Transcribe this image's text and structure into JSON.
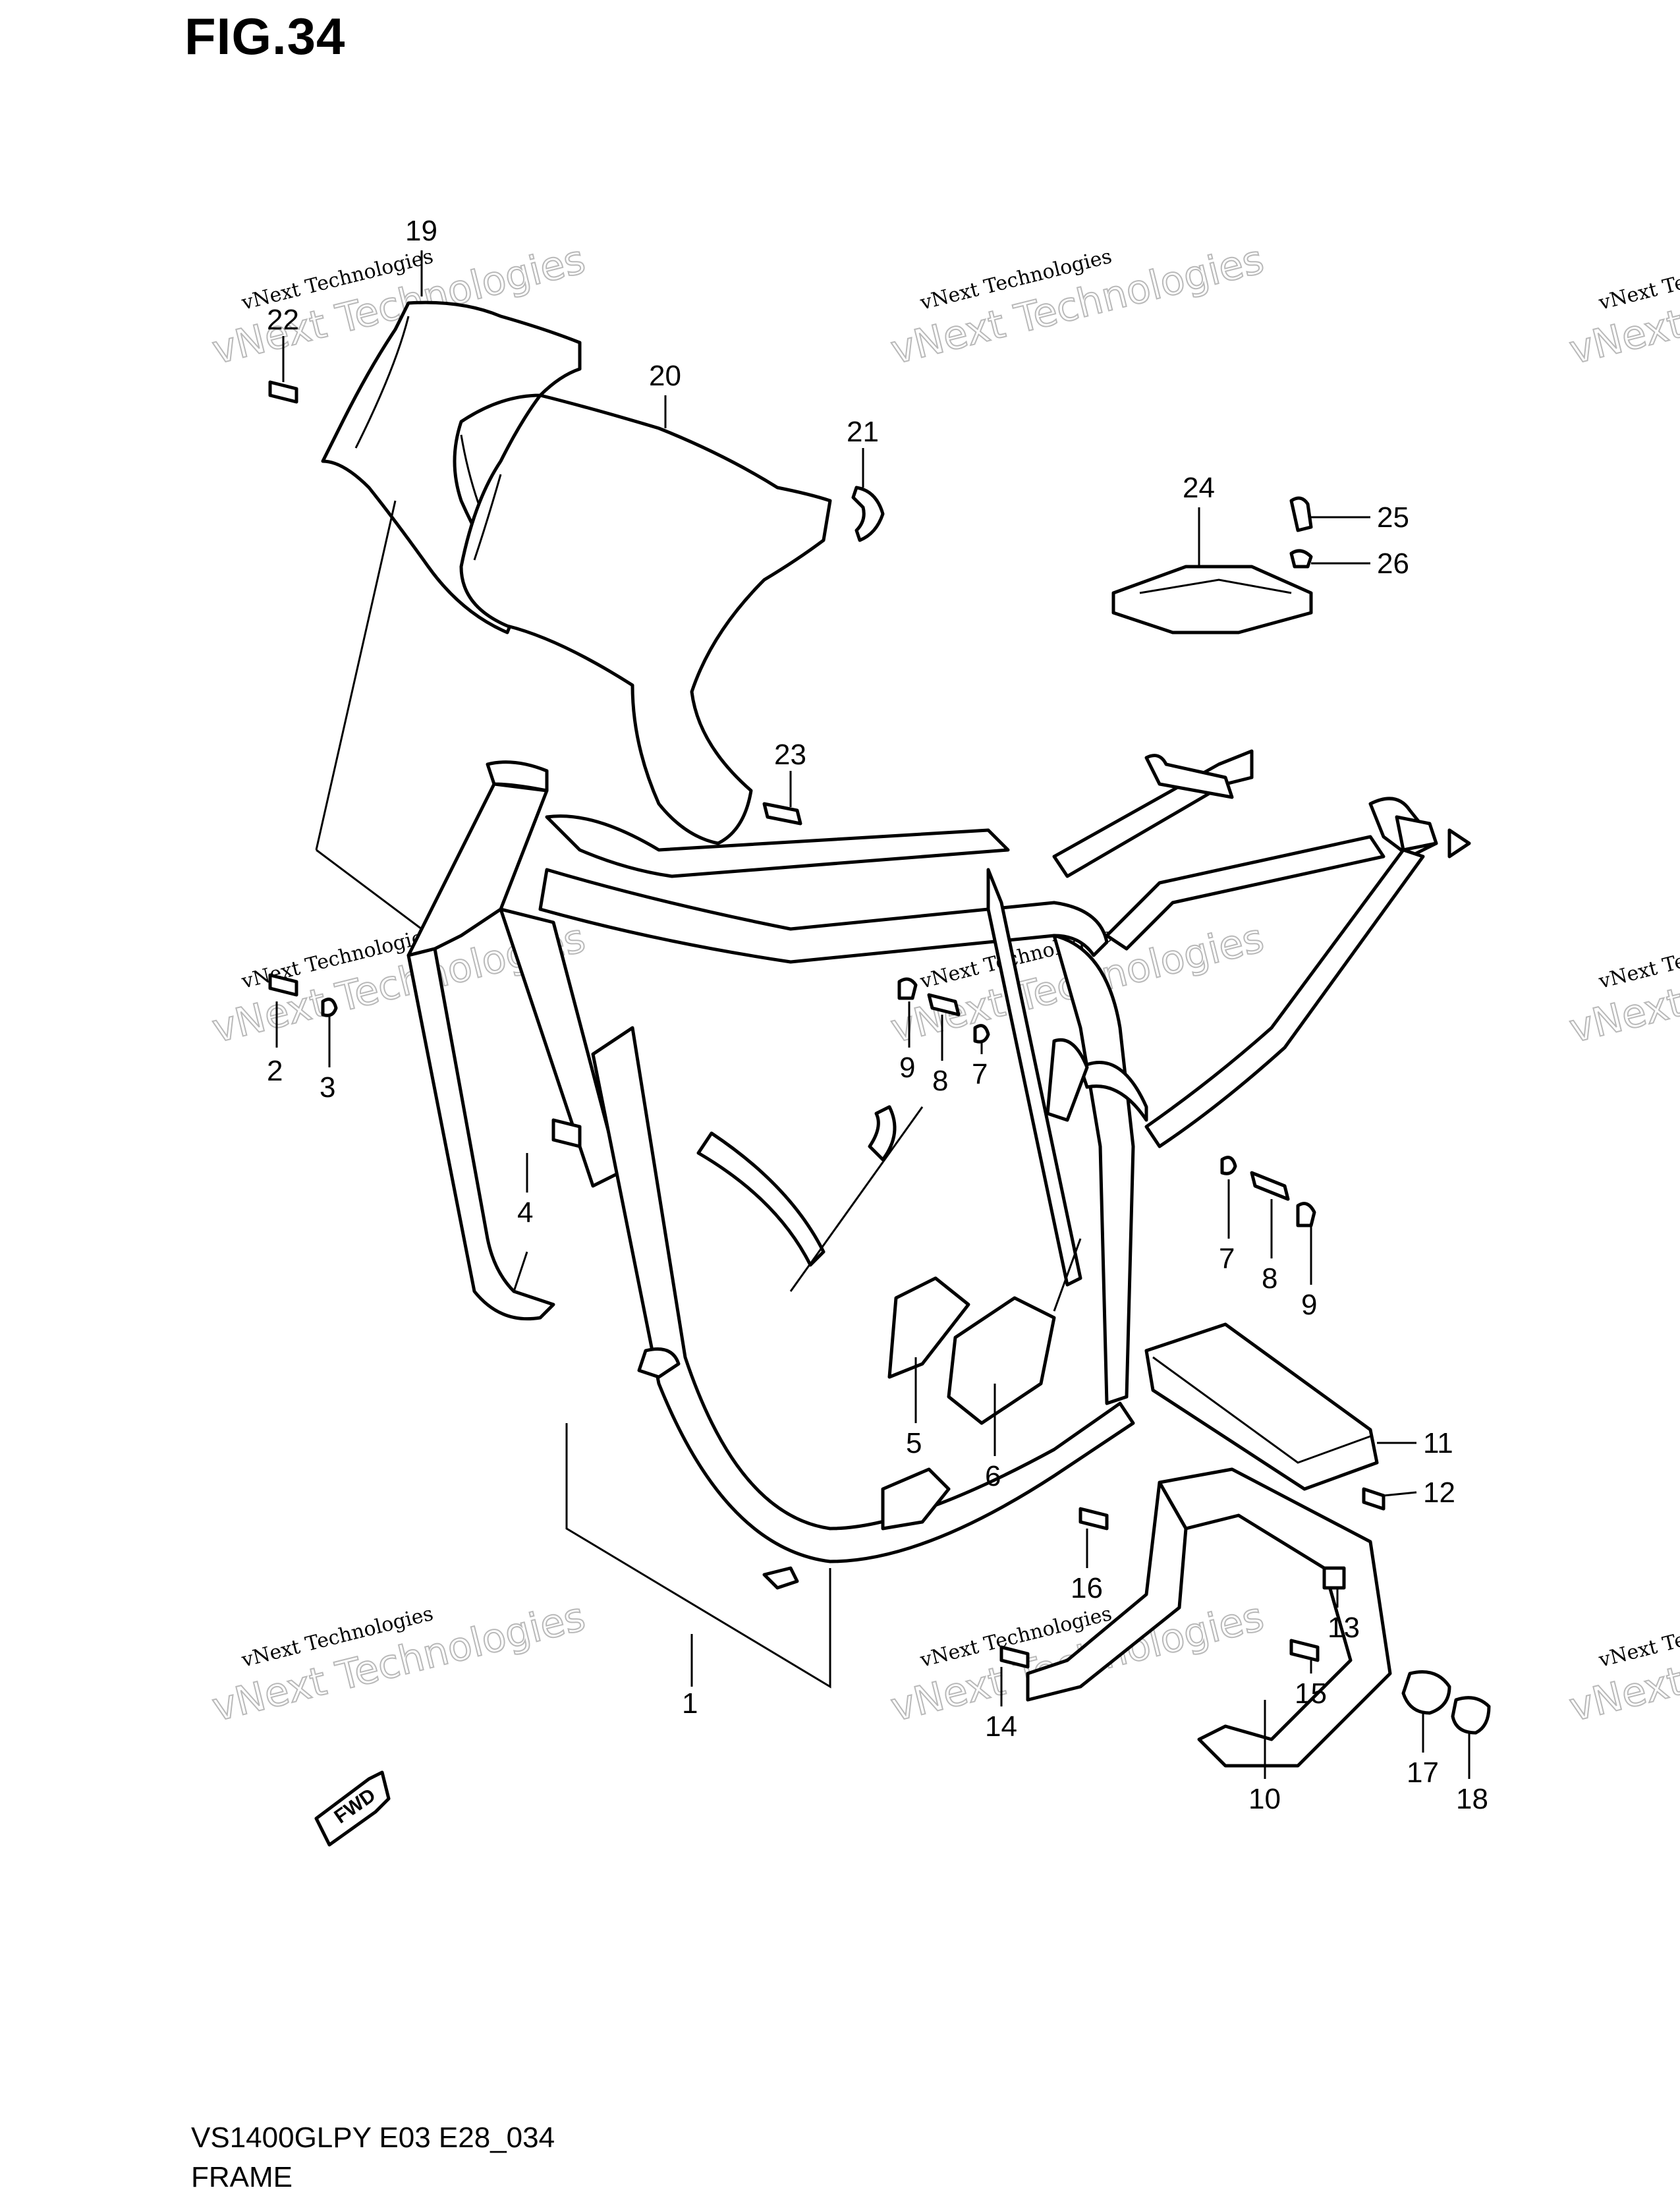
{
  "figure": {
    "title": "FIG.34",
    "model_code": "VS1400GLPY E03 E28_034",
    "section_name": "FRAME",
    "fwd_label": "FWD"
  },
  "watermark": {
    "text_small": "vNext Technologies",
    "text_big": "vNext Technologies"
  },
  "callouts": [
    "1",
    "2",
    "3",
    "4",
    "5",
    "6",
    "7",
    "8",
    "9",
    "7",
    "8",
    "9",
    "10",
    "11",
    "12",
    "13",
    "14",
    "15",
    "16",
    "17",
    "18",
    "19",
    "20",
    "21",
    "22",
    "23",
    "24",
    "25",
    "26"
  ]
}
